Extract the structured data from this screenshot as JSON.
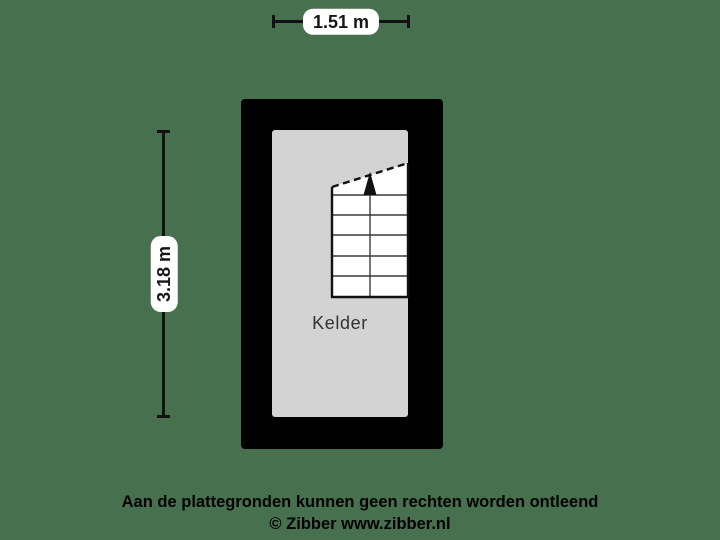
{
  "colors": {
    "background": "#47704E",
    "wall": "#000000",
    "floor": "#D3D3D3",
    "stairs": "#FFFFFF",
    "ink": "#111111"
  },
  "floorplan": {
    "room": {
      "label": "Kelder"
    },
    "dimensions": {
      "width_label": "1.51 m",
      "height_label": "3.18 m"
    },
    "stairs": {
      "direction": "up",
      "treads": 6
    }
  },
  "footer": {
    "disclaimer": "Aan de plattegronden kunnen geen rechten worden ontleend",
    "copyright": "© Zibber www.zibber.nl"
  }
}
